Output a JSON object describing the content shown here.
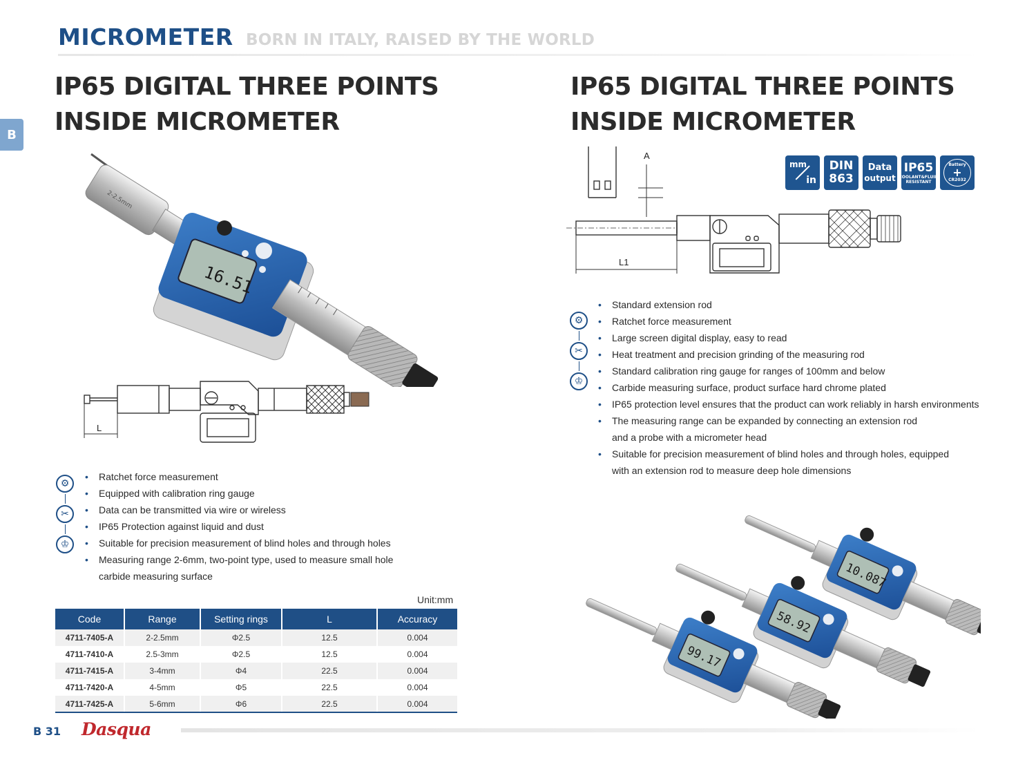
{
  "header": {
    "title": "MICROMETER",
    "tagline": "BORN IN ITALY, RAISED BY THE WORLD"
  },
  "side_tab": "B",
  "left": {
    "title_line1": "IP65 DIGITAL THREE POINTS",
    "title_line2": "INSIDE MICROMETER",
    "photo_sleeve_label": "2-2.5mm",
    "photo_display_value": "16.51",
    "drawing_label": "L",
    "features": [
      "Ratchet force measurement",
      "Equipped with calibration ring gauge",
      "Data can be transmitted via wire or wireless",
      "IP65 Protection against liquid and dust",
      "Suitable for precision measurement of blind holes and through holes",
      "Measuring range 2-6mm, two-point type, used to measure small hole",
      "carbide measuring surface"
    ],
    "unit": "Unit:mm",
    "table": {
      "headers": [
        "Code",
        "Range",
        "Setting rings",
        "L",
        "Accuracy"
      ],
      "rows": [
        [
          "4711-7405-A",
          "2-2.5mm",
          "Φ2.5",
          "12.5",
          "0.004"
        ],
        [
          "4711-7410-A",
          "2.5-3mm",
          "Φ2.5",
          "12.5",
          "0.004"
        ],
        [
          "4711-7415-A",
          "3-4mm",
          "Φ4",
          "22.5",
          "0.004"
        ],
        [
          "4711-7420-A",
          "4-5mm",
          "Φ5",
          "22.5",
          "0.004"
        ],
        [
          "4711-7425-A",
          "5-6mm",
          "Φ6",
          "22.5",
          "0.004"
        ]
      ]
    }
  },
  "right": {
    "title_line1": "IP65 DIGITAL THREE POINTS",
    "title_line2": "INSIDE MICROMETER",
    "drawing_label_a": "A",
    "drawing_label_l1": "L1",
    "badges": {
      "mm": "mm",
      "in": "in",
      "din_top": "DIN",
      "din_bottom": "863",
      "data_top": "Data",
      "data_bottom": "output",
      "ip_top": "IP65",
      "ip_sub1": "COOLANT&FLUID",
      "ip_sub2": "RESISTANT",
      "battery_top": "Battery",
      "battery_bottom": "CR2032"
    },
    "features": [
      "Standard extension rod",
      "Ratchet force measurement",
      "Large screen digital display, easy to read",
      "Heat treatment and precision grinding of the measuring rod",
      "Standard calibration ring gauge for ranges of 100mm and below",
      "Carbide measuring surface, product surface hard chrome plated",
      "IP65 protection level ensures that the product can work reliably in harsh environments",
      "The measuring range can be expanded by connecting an extension rod",
      "and a probe with a micrometer head",
      "Suitable for precision measurement of blind holes and through holes, equipped",
      "with an extension rod to measure deep hole dimensions"
    ],
    "photo_displays": [
      "10.087",
      "58.92",
      "99.17"
    ]
  },
  "footer": {
    "page": "B 31",
    "brand": "Dasqua"
  },
  "colors": {
    "brand_blue": "#1e4f87",
    "brand_red": "#c0282d"
  }
}
